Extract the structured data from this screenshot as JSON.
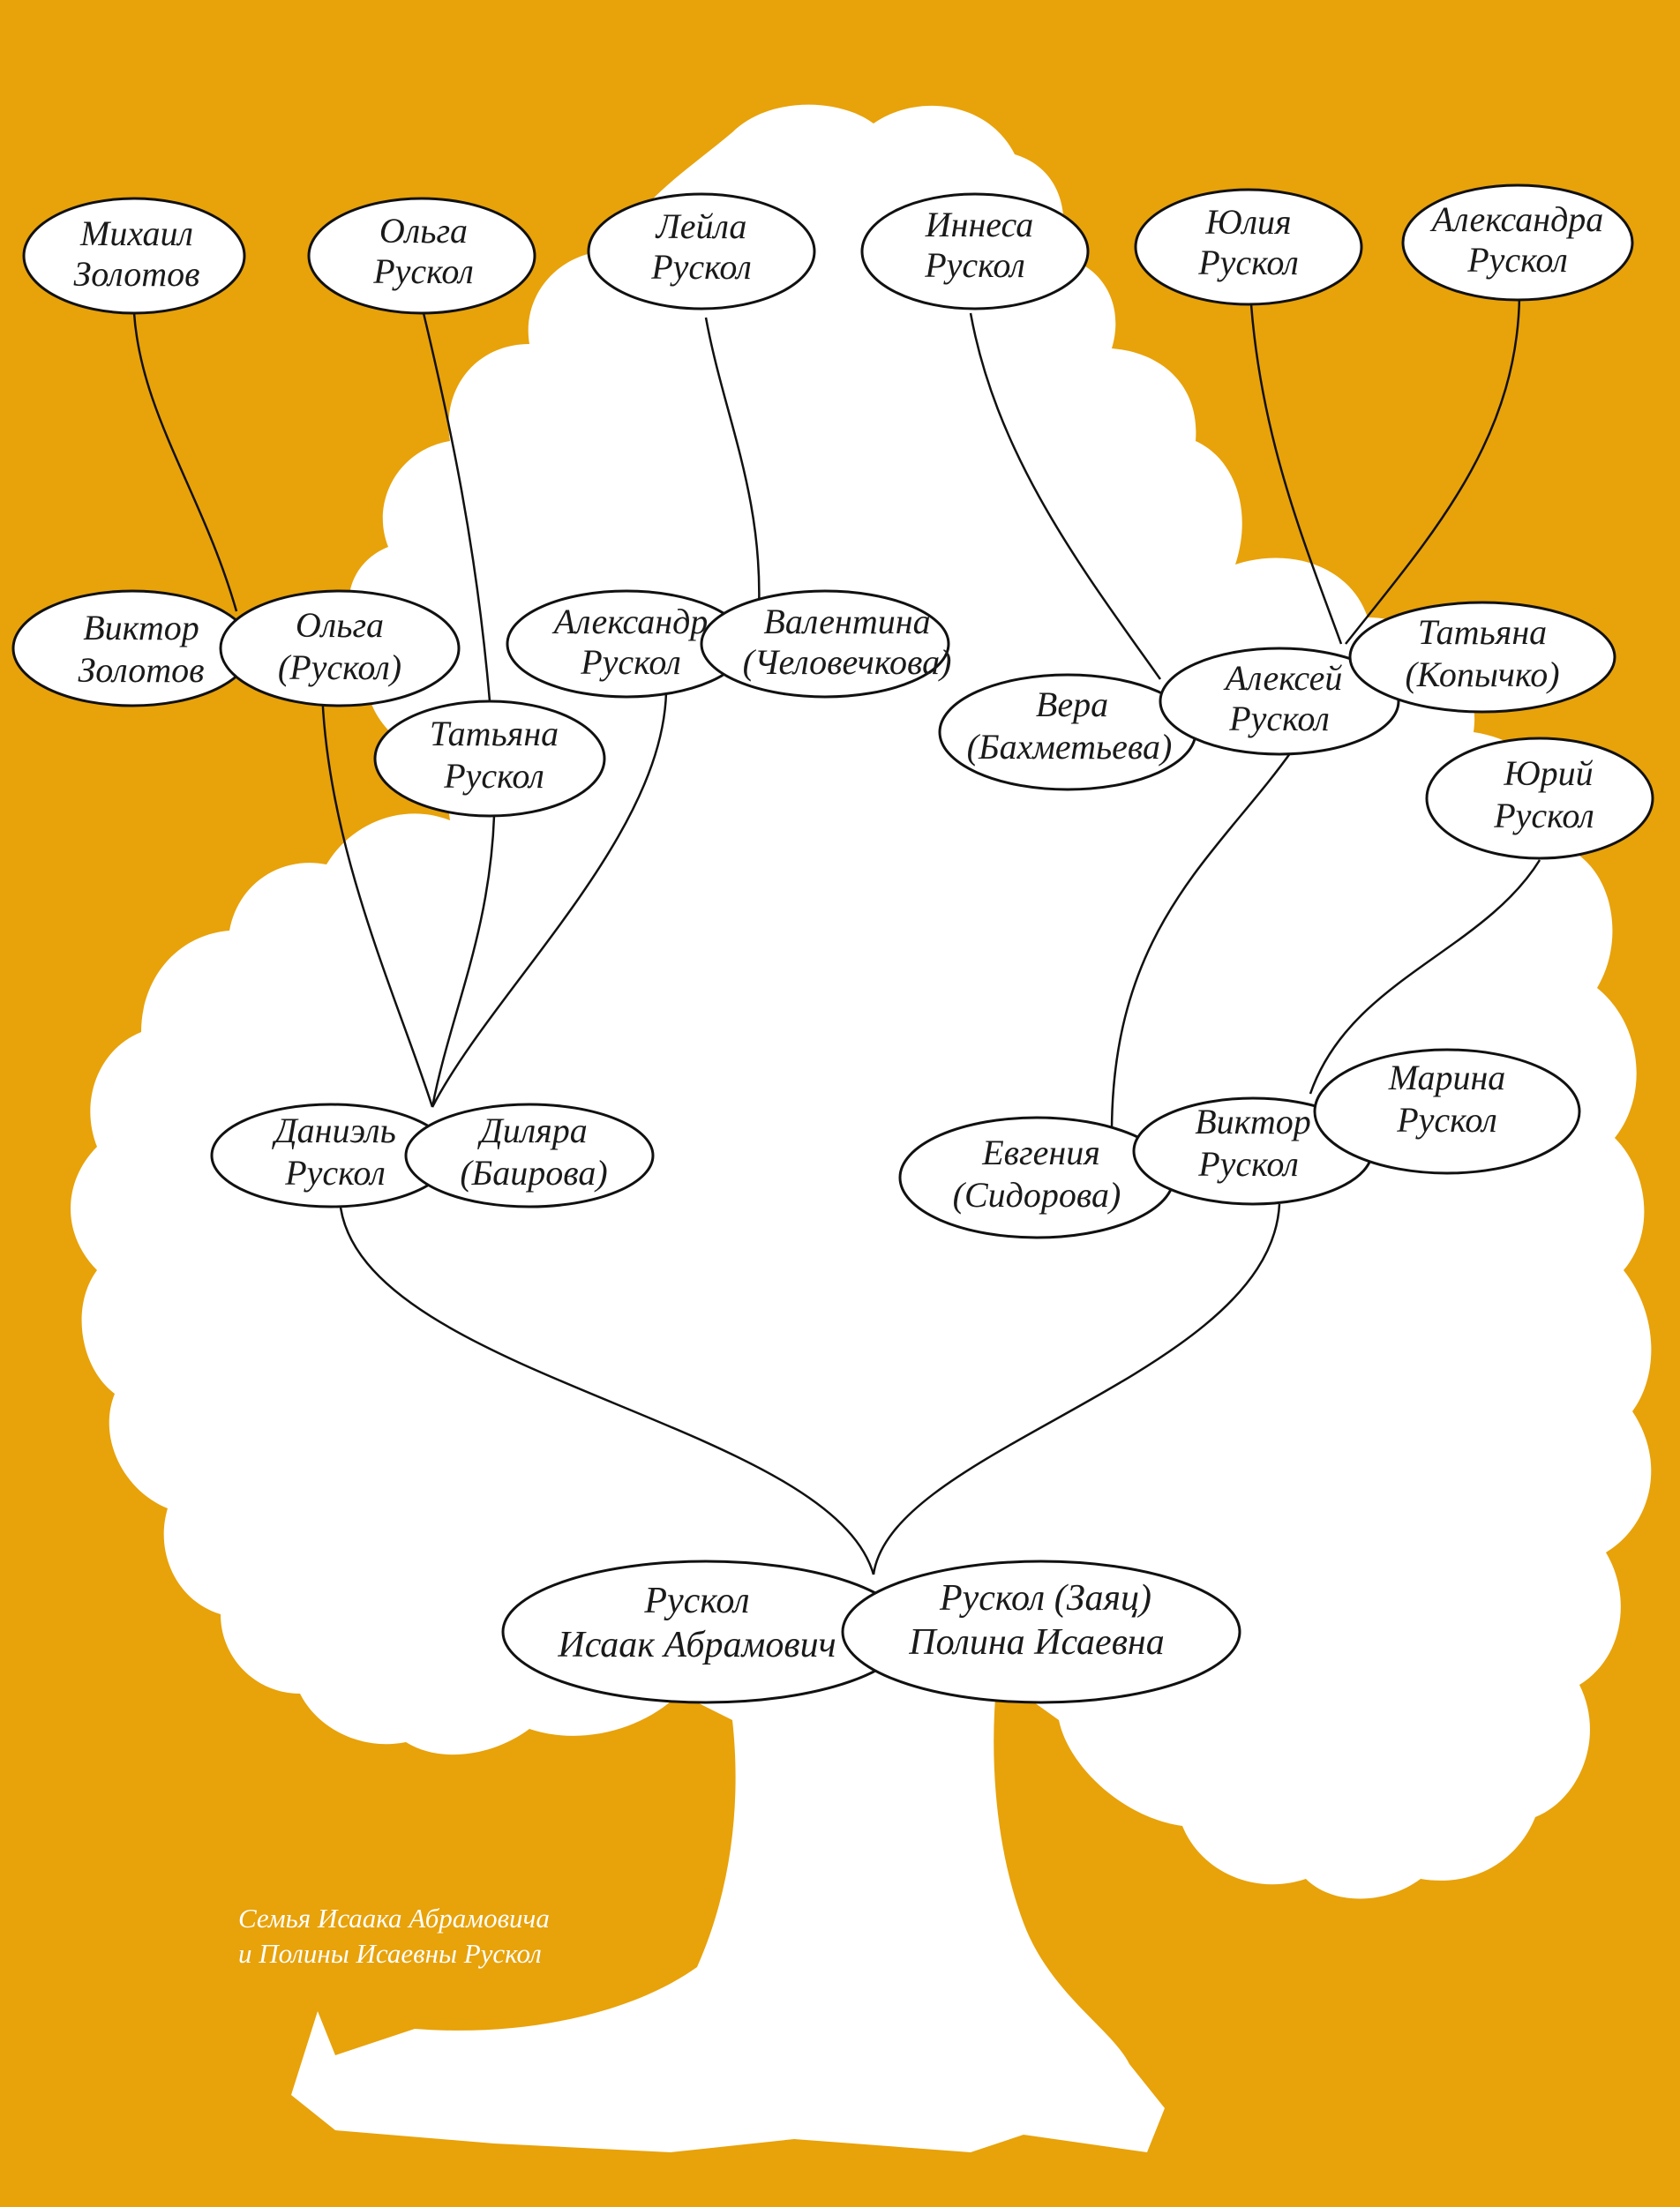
{
  "colors": {
    "background": "#E8A20A",
    "tree": "#FFFFFF",
    "ink": "#1A1A1A"
  },
  "caption": {
    "line1": "Семья Исаака Абрамовича",
    "line2": "и Полины Исаевны Рускол"
  },
  "people": {
    "mikhail_zolotov": [
      "Михаил",
      "Золотов"
    ],
    "olga_ruskol_top": [
      "Ольга",
      "Рускол"
    ],
    "leila_ruskol": [
      "Лейла",
      "Рускол"
    ],
    "innesa_ruskol": [
      "Иннеса",
      "Рускол"
    ],
    "yulia_ruskol": [
      "Юлия",
      "Рускол"
    ],
    "aleksandra_ruskol": [
      "Александра",
      "Рускол"
    ],
    "viktor_zolotov": [
      "Виктор",
      "Золотов"
    ],
    "olga_ruskol_mid": [
      "Ольга",
      "(Рускол)"
    ],
    "tatyana_ruskol": [
      "Татьяна",
      "Рускол"
    ],
    "aleksandr_ruskol": [
      "Александр",
      "Рускол"
    ],
    "valentina": [
      "Валентина",
      "(Человечкова)"
    ],
    "vera": [
      "Вера",
      "(Бахметьева)"
    ],
    "aleksei_ruskol": [
      "Алексей",
      "Рускол"
    ],
    "tatyana_kopychko": [
      "Татьяна",
      "(Копычко)"
    ],
    "yuri_ruskol": [
      "Юрий",
      "Рускол"
    ],
    "daniel_ruskol": [
      "Даниэль",
      "Рускол"
    ],
    "dilyara": [
      "Диляра",
      "(Баирова)"
    ],
    "evgenia": [
      "Евгения",
      "(Сидорова)"
    ],
    "viktor_ruskol": [
      "Виктор",
      "Рускол"
    ],
    "marina_ruskol": [
      "Марина",
      "Рускол"
    ],
    "isaak": [
      "Рускол",
      "Исаак Абрамович"
    ],
    "polina": [
      "Рускол (Заяц)",
      "Полина Исаевна"
    ]
  }
}
